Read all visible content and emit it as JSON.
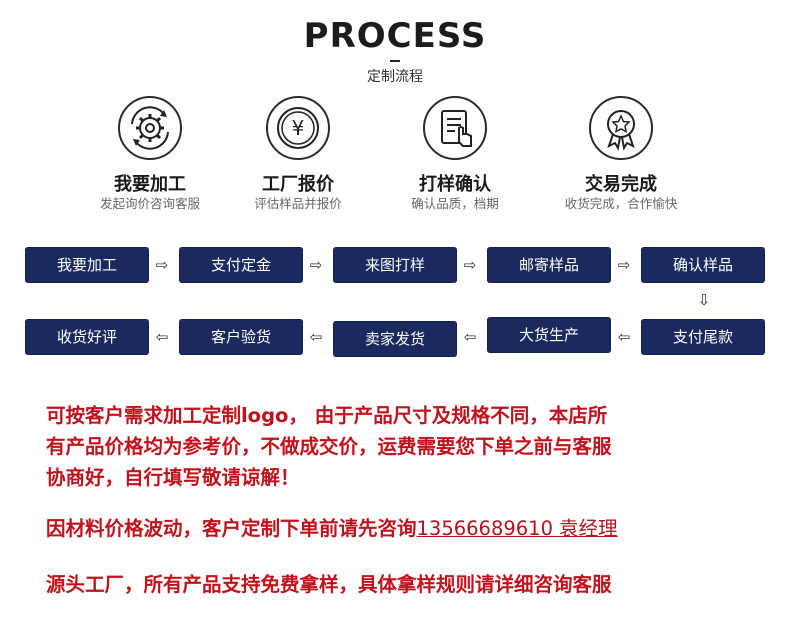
{
  "header": {
    "title": "PROCESS",
    "subtitle": "定制流程"
  },
  "steps": [
    {
      "icon": "gear-cycle-icon",
      "title": "我要加工",
      "desc": "发起询价咨询客服"
    },
    {
      "icon": "yen-coin-icon",
      "title": "工厂报价",
      "desc": "评估样品并报价"
    },
    {
      "icon": "document-hand-icon",
      "title": "打样确认",
      "desc": "确认品质，档期"
    },
    {
      "icon": "star-badge-icon",
      "title": "交易完成",
      "desc": "收货完成，合作愉快"
    }
  ],
  "flow": {
    "row1": [
      "我要加工",
      "支付定金",
      "来图打样",
      "邮寄样品",
      "确认样品"
    ],
    "row2": [
      "收货好评",
      "客户验货",
      "卖家发货",
      "大货生产",
      "支付尾款"
    ],
    "arrow_right": "⇨",
    "arrow_left": "⇦",
    "arrow_down": "⇩"
  },
  "notes": {
    "line1": "可按客户需求加工定制logo， 由于产品尺寸及规格不同，本店所",
    "line2": "有产品价格均为参考价，不做成交价，运费需要您下单之前与客服",
    "line3": "协商好，自行填写敬请谅解！",
    "line4_prefix": "因材料价格波动，客户定制下单前请先咨询",
    "phone": "13566689610 袁经理",
    "line5": "源头工厂，所有产品支持免费拿样，具体拿样规则请详细咨询客服"
  },
  "colors": {
    "box": "#1b2a5e",
    "note": "#c0121c"
  }
}
